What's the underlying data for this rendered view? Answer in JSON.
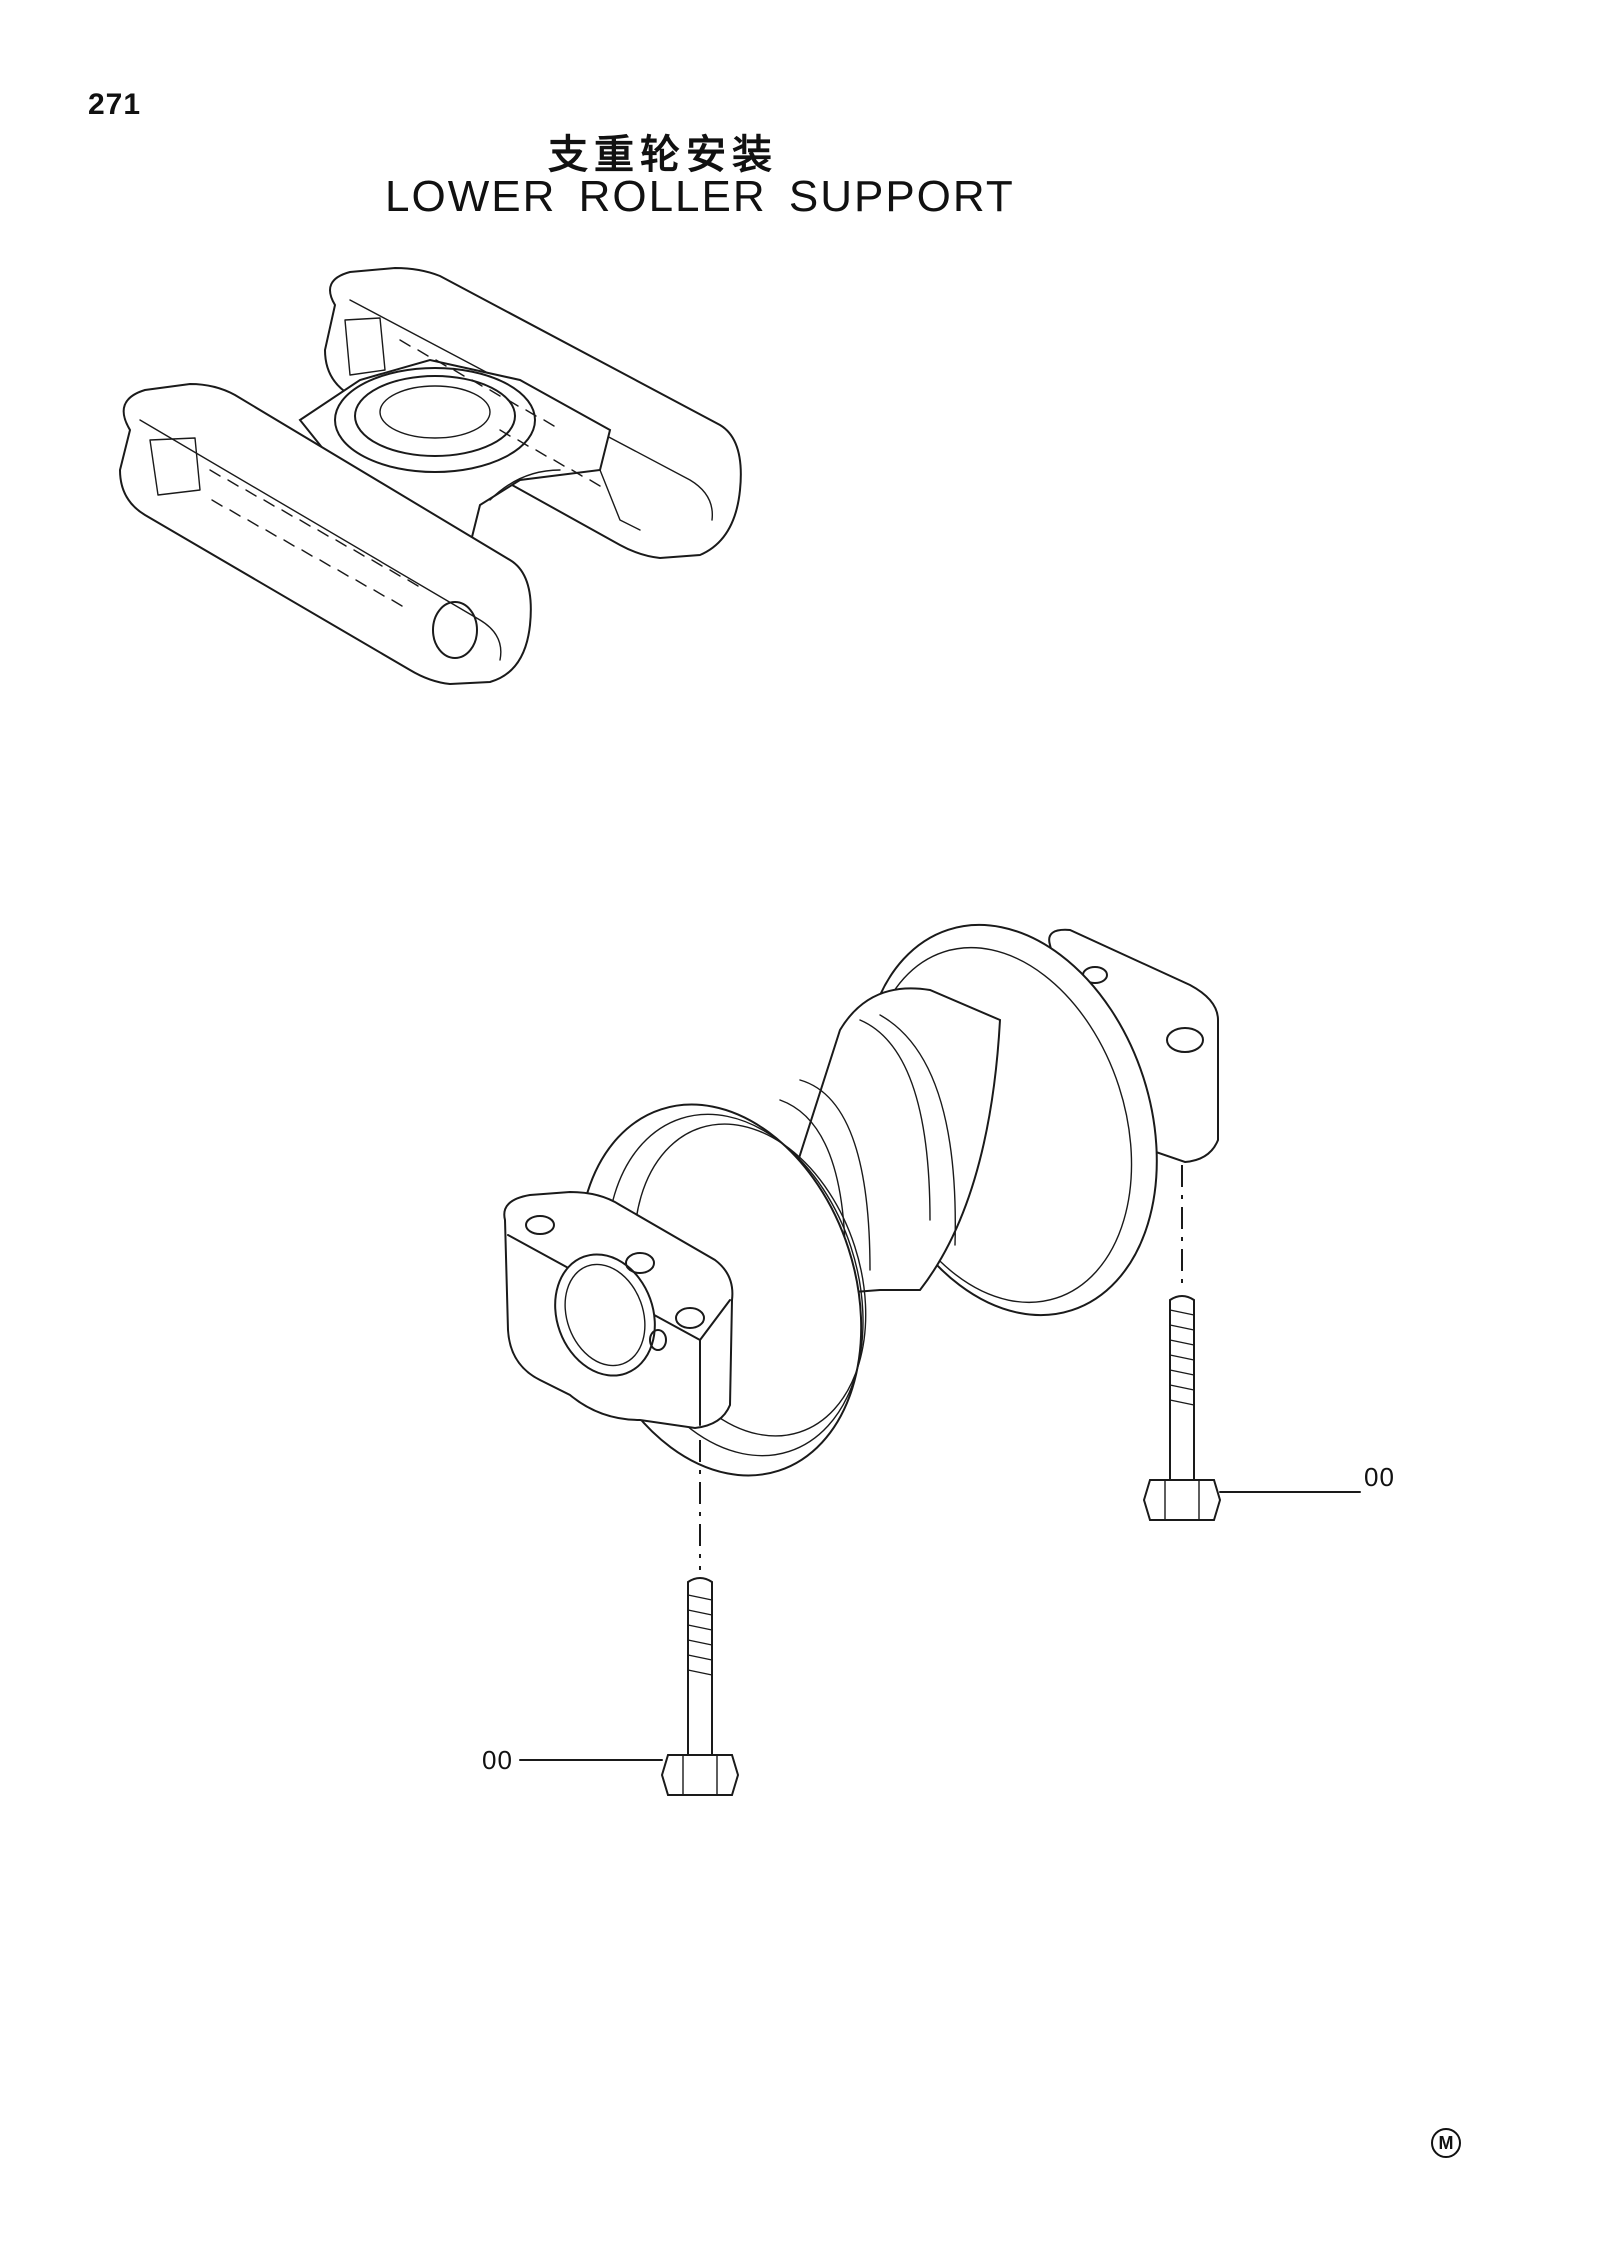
{
  "page": {
    "number": "271",
    "title_cn": "支重轮安装",
    "title_en": "LOWER ROLLER SUPPORT",
    "mark": "M"
  },
  "callouts": {
    "right_bolt_label": "00",
    "left_bolt_label": "00"
  }
}
